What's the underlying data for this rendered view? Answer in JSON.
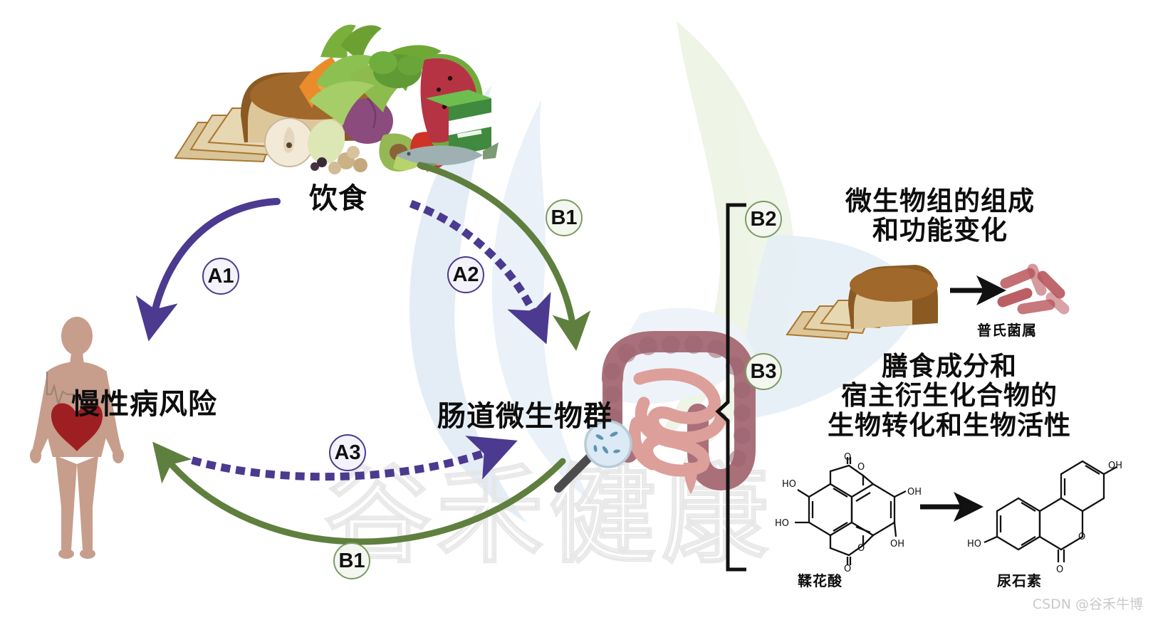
{
  "diagram": {
    "title_nodes": {
      "diet": "饮食",
      "chronic_disease_risk": "慢性病风险",
      "gut_microbiota": "肠道微生物群"
    },
    "right_panel": {
      "b2_heading_line1": "微生物组的组成",
      "b2_heading_line2": "和功能变化",
      "b2_product_label": "普氏菌属",
      "b3_heading_line1": "膳食成分和",
      "b3_heading_line2": "宿主衍生化合物的",
      "b3_heading_line3": "生物转化和生物活性",
      "b3_substrate_label": "鞣花酸",
      "b3_product_label": "尿石素"
    },
    "badges": {
      "a1": "A1",
      "a2": "A2",
      "a3": "A3",
      "b1_top": "B1",
      "b1_bottom": "B1",
      "b2": "B2",
      "b3": "B3"
    },
    "chem": {
      "ellagic_acid": [
        "HO",
        "HO",
        "O",
        "O",
        "O",
        "O",
        "OH",
        "OH"
      ],
      "urolithin": [
        "OH",
        "HO",
        "O",
        "O"
      ]
    },
    "icons": {
      "food_pile": "food-pile-icon",
      "human_body": "human-body-icon",
      "heart": "heart-icon",
      "intestine": "intestine-icon",
      "magnifier": "magnifying-glass-icon",
      "bread_loaf": "bread-loaf-icon",
      "bacteria": "bacteria-rods-icon"
    },
    "colors": {
      "purple_arrow": "#4b3a8f",
      "green_arrow": "#5f7f3e",
      "bacteria": "#b8565c",
      "heart": "#9e1f22",
      "skin": "#c79d8b",
      "intestine_dark": "#a9707a",
      "intestine_light": "#dd9f9a",
      "bread_crust": "#a9762e",
      "bread_crumb": "#e0cda3",
      "bg_green": "#eef4e6",
      "bg_blue": "#e4edf6"
    },
    "watermarks": {
      "brand": "谷禾健康",
      "csdn": "CSDN @谷禾牛博"
    }
  }
}
